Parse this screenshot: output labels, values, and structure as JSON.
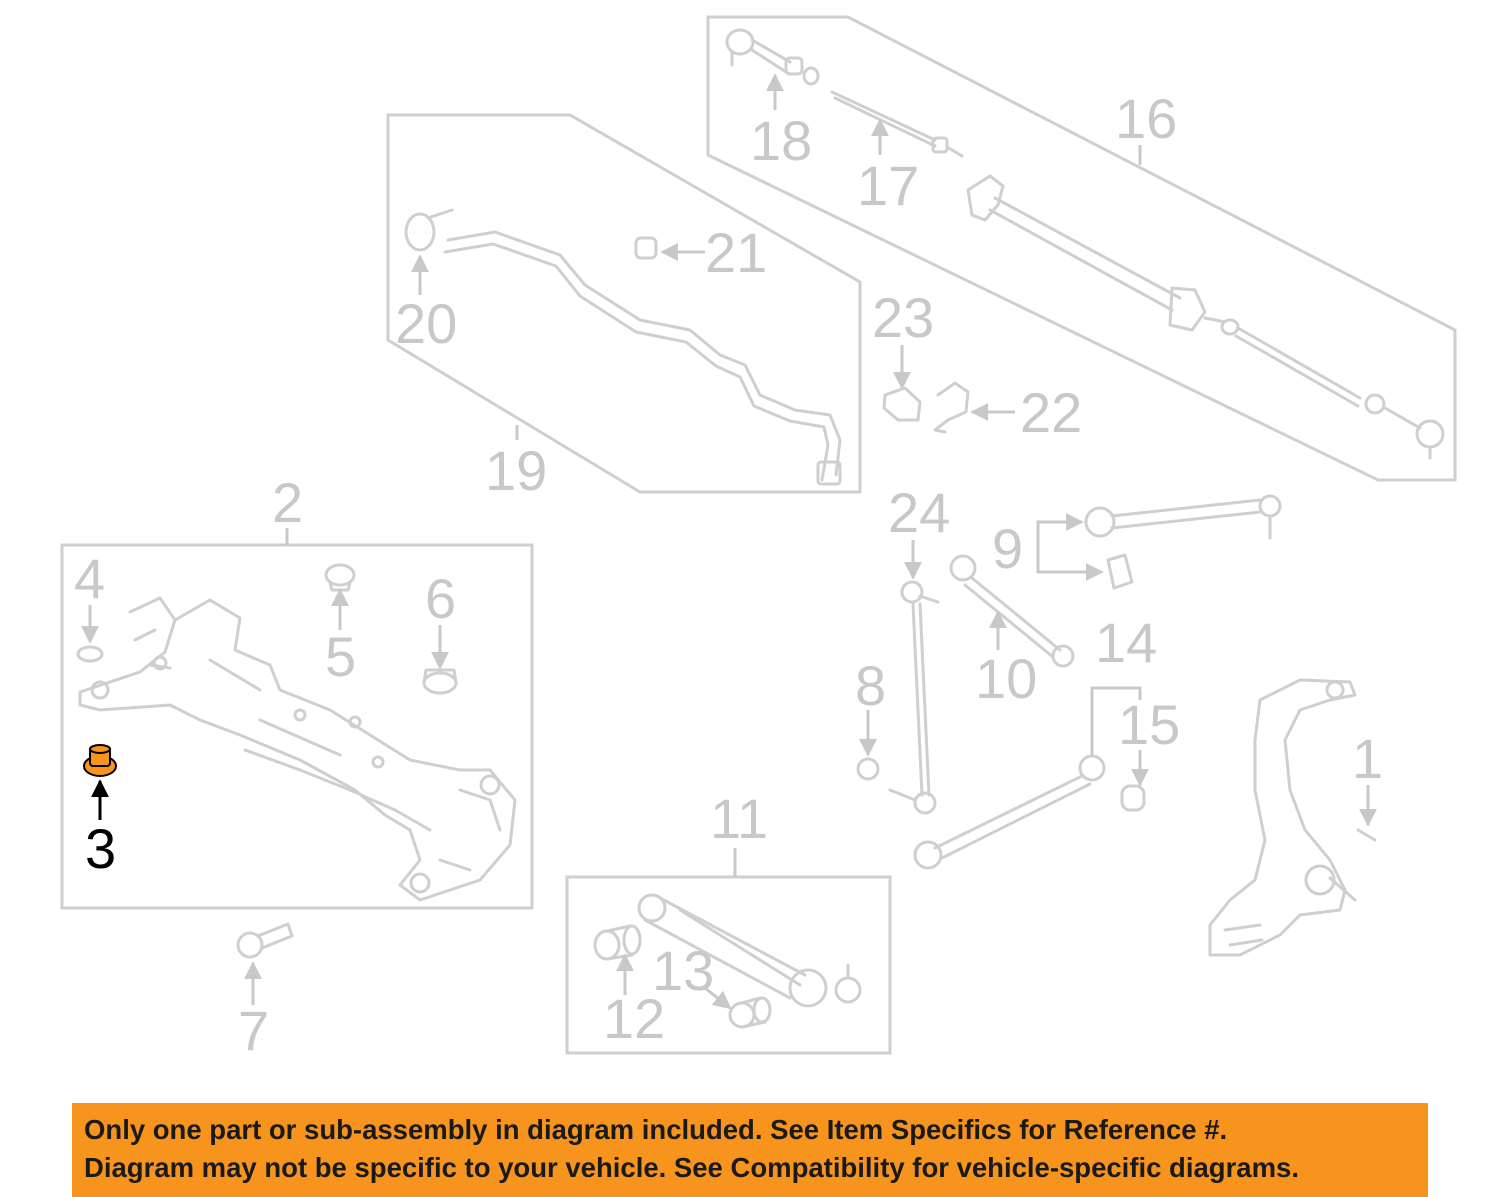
{
  "callouts": {
    "c1": "1",
    "c2": "2",
    "c3": "3",
    "c4": "4",
    "c5": "5",
    "c6": "6",
    "c7": "7",
    "c8": "8",
    "c9": "9",
    "c10": "10",
    "c11": "11",
    "c12": "12",
    "c13": "13",
    "c14": "14",
    "c15": "15",
    "c16": "16",
    "c17": "17",
    "c18": "18",
    "c19": "19",
    "c20": "20",
    "c21": "21",
    "c22": "22",
    "c23": "23",
    "c24": "24"
  },
  "highlighted_part": "3",
  "colors": {
    "highlight_part": "#f7941d",
    "banner_background": "#f7941d",
    "line_art": "#cfcfcf",
    "callout_text": "#c8c8c8"
  },
  "banner": {
    "line1": "Only one part or sub-assembly in diagram included. See Item Specifics for Reference #.",
    "line2": "Diagram may not be specific to your vehicle. See Compatibility for vehicle-specific diagrams."
  }
}
